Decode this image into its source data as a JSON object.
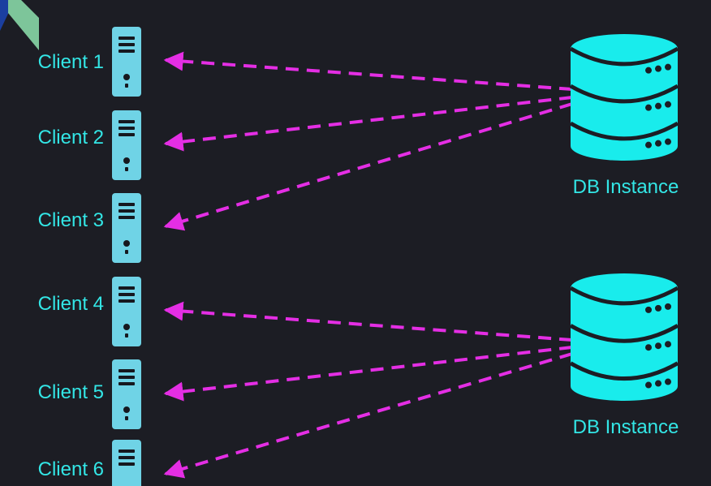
{
  "clients": [
    {
      "label": "Client 1",
      "db": 0
    },
    {
      "label": "Client 2",
      "db": 0
    },
    {
      "label": "Client 3",
      "db": 0
    },
    {
      "label": "Client 4",
      "db": 1
    },
    {
      "label": "Client 5",
      "db": 1
    },
    {
      "label": "Client 6",
      "db": 1
    }
  ],
  "databases": [
    {
      "label": "DB Instance"
    },
    {
      "label": "DB Instance"
    }
  ],
  "colors": {
    "background": "#1c1d24",
    "label": "#33e6e6",
    "server": "#6fd3e6",
    "database": "#19ecec",
    "connection": "#e42ee4"
  }
}
